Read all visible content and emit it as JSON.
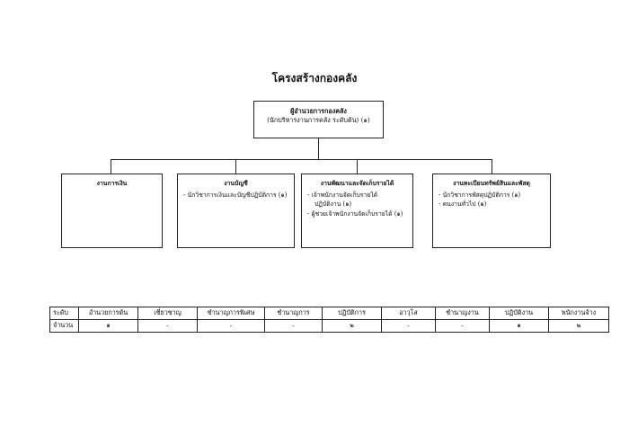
{
  "title": "โครงสร้างกองคลัง",
  "head": {
    "title": "ผู้อำนวยการกองคลัง",
    "subtitle": "(นักบริหารงานการคลัง ระดับต้น) (๑)"
  },
  "units": [
    {
      "title": "งานการเงิน",
      "items": []
    },
    {
      "title": "งานบัญชี",
      "items": [
        "- นักวิชาการเงินและบัญชีปฏิบัติการ (๑)"
      ]
    },
    {
      "title": "งานพัฒนาและจัดเก็บรายได้",
      "items": [
        "- เจ้าพนักงานจัดเก็บรายได้",
        "  ปฏิบัติงาน (๑)",
        "- ผู้ช่วยเจ้าพนักงานจัดเก็บรายได้ (๑)"
      ]
    },
    {
      "title": "งานทะเบียนทรัพย์สินและพัสดุ",
      "items": [
        "- นักวิชาการพัสดุปฏิบัติการ (๑)",
        "- คนงานทั่วไป (๑)"
      ]
    }
  ],
  "table": {
    "header": [
      "ระดับ",
      "อำนวยการต้น",
      "เชี่ยวชาญ",
      "ชำนาญการพิเศษ",
      "ชำนาญการ",
      "ปฏิบัติการ",
      "อาวุโส",
      "ชำนาญงาน",
      "ปฏิบัติงาน",
      "พนักงานจ้าง"
    ],
    "row": [
      "จำนวน",
      "๑",
      "-",
      "-",
      "-",
      "๒",
      "-",
      "-",
      "๑",
      "๒"
    ]
  }
}
